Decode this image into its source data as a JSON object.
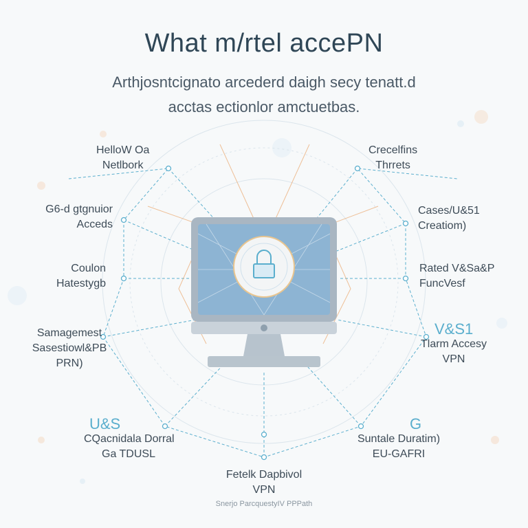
{
  "title": "What m/rtel accePN",
  "subtitle": {
    "line1": "Arthjosntcignato arcederd daigh secy tenatt.d",
    "line2": "acctas ectionlor amctuetbas."
  },
  "labels": {
    "top_left": [
      "HelloW Oa",
      "Netlbork"
    ],
    "top_right": [
      "Crecelfins",
      "Thrrets"
    ],
    "mid_left_upper": [
      "G6-d gtgnuior",
      "Acceds"
    ],
    "mid_right_upper": [
      "Cases/U&51",
      "Creatiom)"
    ],
    "mid_left": [
      "Coulon",
      "Hatestygb"
    ],
    "mid_right": [
      "Rated V&Sa&P",
      "FuncVesf"
    ],
    "lower_left": [
      "Samagemest",
      "Sasestiowl&PB",
      "PRN)"
    ],
    "lower_right": [
      "Tlarm Accesy",
      "VPN"
    ],
    "bottom_left": [
      "CQacnidala Dorral",
      "Ga TDUSL"
    ],
    "bottom_right": [
      "Suntale Duratim)",
      "EU-GAFRI"
    ],
    "bottom_center": [
      "Fetelk Dapbivol",
      "VPN"
    ]
  },
  "side_codes": {
    "left_bottom": "U&S",
    "right_bottom": "G",
    "right_mid": "V&S1"
  },
  "footer": "Snerjo ParcquestyIV PPPath",
  "colors": {
    "accent": "#5aaecd",
    "orange": "#e9a66c",
    "monitor_frame": "#a9b6c2",
    "screen": "#8db4d3"
  },
  "icons": [
    "monitor-icon",
    "lock-icon",
    "node-icon"
  ]
}
